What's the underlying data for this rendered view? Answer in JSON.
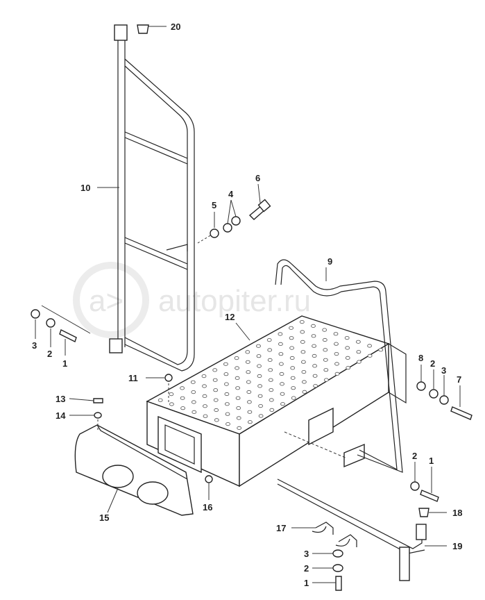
{
  "watermark": {
    "text": "autopiter.ru",
    "glyph": "a>"
  },
  "callouts": [
    {
      "id": "c20",
      "text": "20"
    },
    {
      "id": "c10",
      "text": "10"
    },
    {
      "id": "c6",
      "text": "6"
    },
    {
      "id": "c5",
      "text": "5"
    },
    {
      "id": "c4",
      "text": "4"
    },
    {
      "id": "c9",
      "text": "9"
    },
    {
      "id": "c12",
      "text": "12"
    },
    {
      "id": "c3a",
      "text": "3"
    },
    {
      "id": "c2a",
      "text": "2"
    },
    {
      "id": "c1a",
      "text": "1"
    },
    {
      "id": "c8",
      "text": "8"
    },
    {
      "id": "c2b",
      "text": "2"
    },
    {
      "id": "c3b",
      "text": "3"
    },
    {
      "id": "c7",
      "text": "7"
    },
    {
      "id": "c11",
      "text": "11"
    },
    {
      "id": "c13",
      "text": "13"
    },
    {
      "id": "c14",
      "text": "14"
    },
    {
      "id": "c2c",
      "text": "2"
    },
    {
      "id": "c1b",
      "text": "1"
    },
    {
      "id": "c15",
      "text": "15"
    },
    {
      "id": "c16",
      "text": "16"
    },
    {
      "id": "c18",
      "text": "18"
    },
    {
      "id": "c17",
      "text": "17"
    },
    {
      "id": "c19",
      "text": "19"
    },
    {
      "id": "c3c",
      "text": "3"
    },
    {
      "id": "c2d",
      "text": "2"
    },
    {
      "id": "c1c",
      "text": "1"
    }
  ]
}
